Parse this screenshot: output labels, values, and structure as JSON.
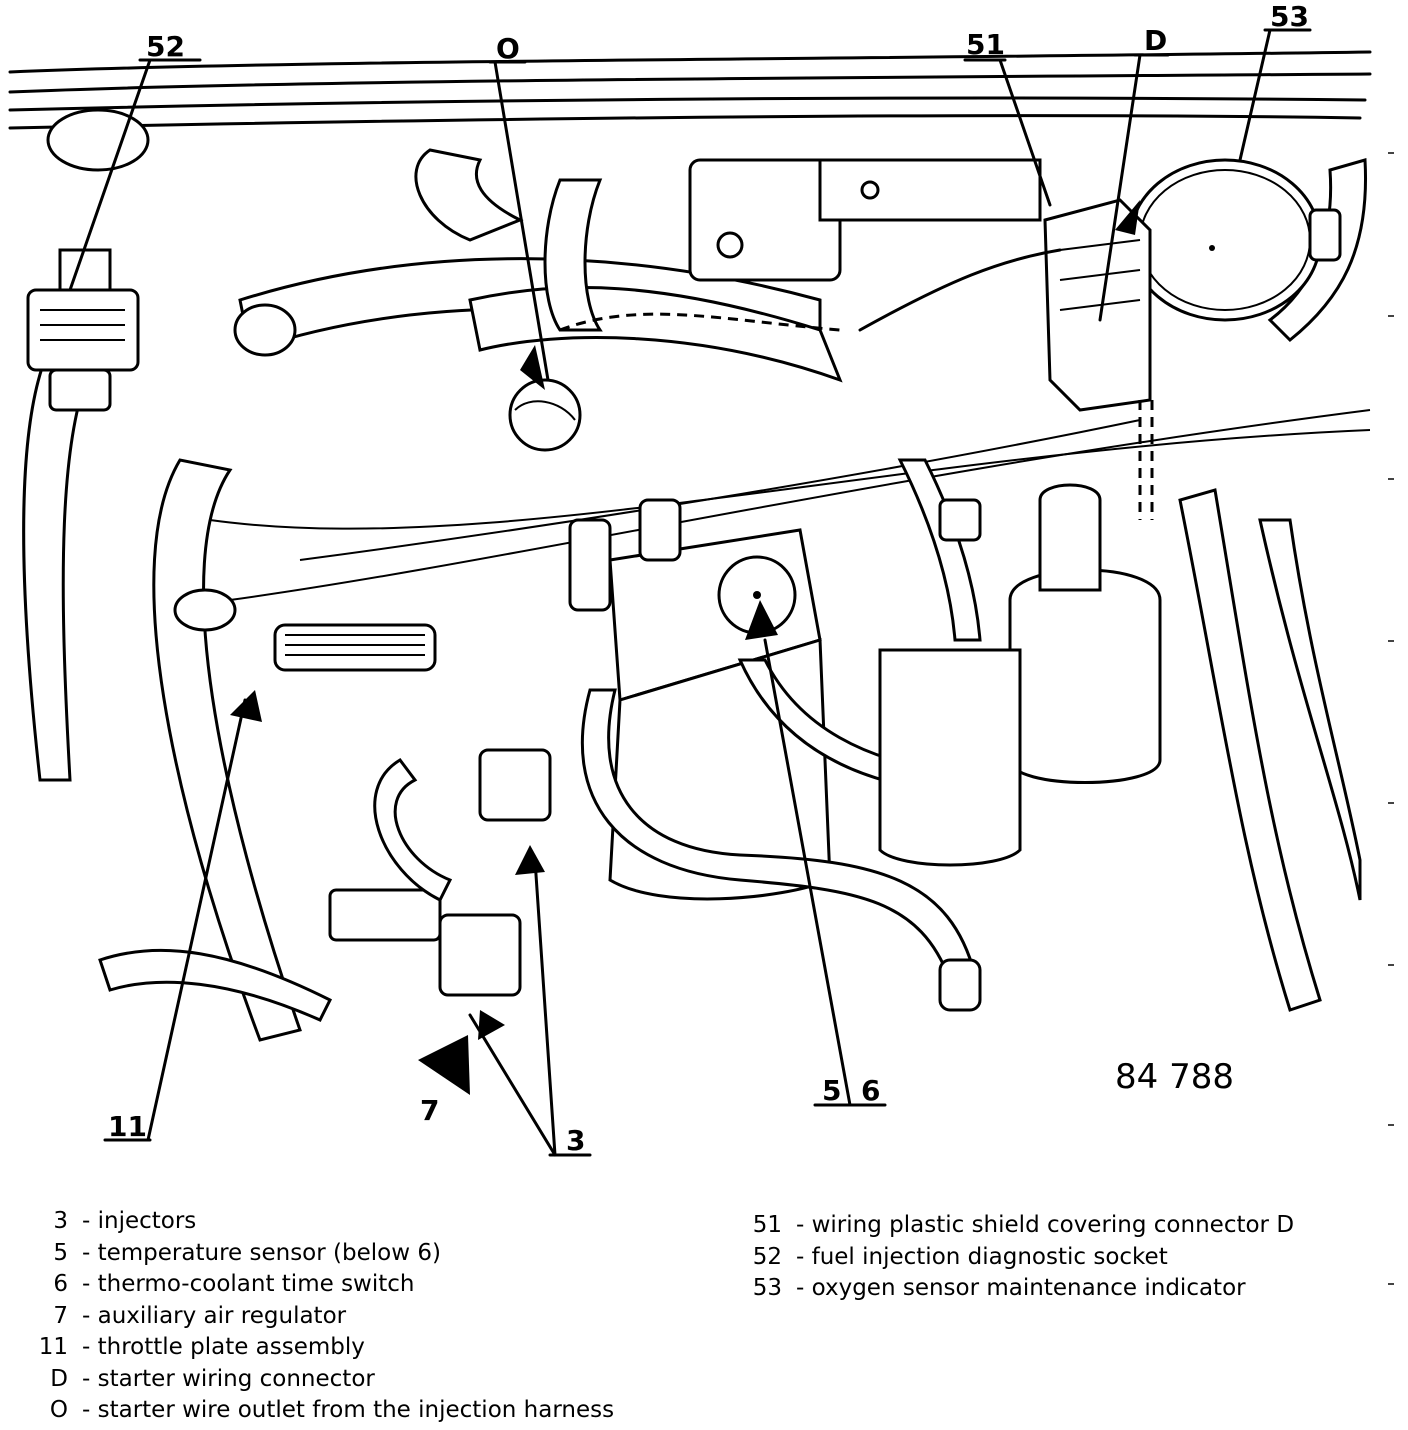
{
  "figure": {
    "callouts": {
      "c52": "52",
      "cO": "O",
      "c51": "51",
      "cD": "D",
      "c53": "53",
      "c11": "11",
      "c7": "7",
      "c3": "3",
      "c56": "5  6"
    },
    "figure_number": "84 788"
  },
  "legend": {
    "left": [
      {
        "num": "3",
        "text": "- injectors"
      },
      {
        "num": "5",
        "text": "- temperature sensor (below 6)"
      },
      {
        "num": "6",
        "text": "- thermo-coolant time switch"
      },
      {
        "num": "7",
        "text": "- auxiliary air regulator"
      },
      {
        "num": "11",
        "text": "- throttle plate assembly"
      },
      {
        "num": "D",
        "text": "- starter wiring connector"
      },
      {
        "num": "O",
        "text": "- starter wire outlet from the injection harness"
      }
    ],
    "right": [
      {
        "num": "51",
        "text": "- wiring plastic shield covering connector D"
      },
      {
        "num": "52",
        "text": "- fuel injection diagnostic socket"
      },
      {
        "num": "53",
        "text": "- oxygen sensor maintenance indicator"
      }
    ]
  }
}
